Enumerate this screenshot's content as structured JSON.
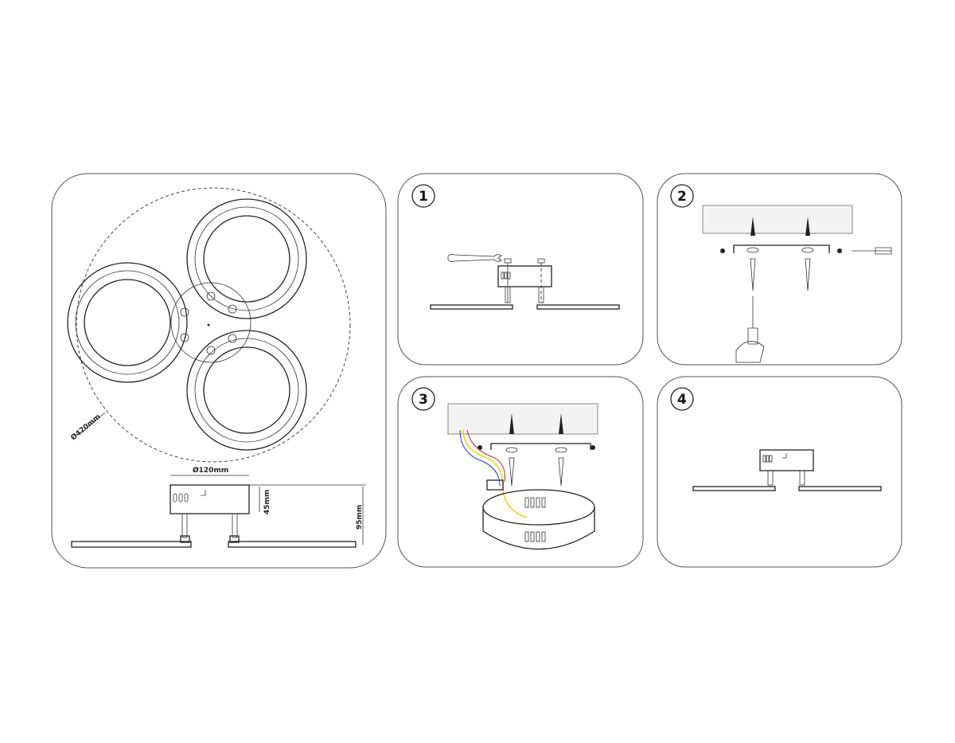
{
  "overview": {
    "outer_diameter_label": "Ø420mm",
    "base_diameter_label": "Ø120mm",
    "base_height_label": "45mm",
    "total_height_label": "95mm"
  },
  "steps": [
    {
      "number": "1"
    },
    {
      "number": "2"
    },
    {
      "number": "3"
    },
    {
      "number": "4"
    }
  ],
  "colors": {
    "wire_blue": "#2233cc",
    "wire_yellow": "#e8d800",
    "wire_red": "#cc2222",
    "line": "#222222"
  }
}
